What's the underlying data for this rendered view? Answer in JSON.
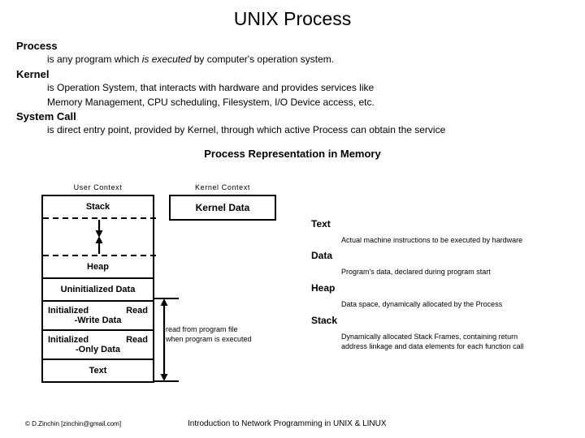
{
  "title": "UNIX Process",
  "definitions": [
    {
      "term": "Process",
      "desc_pre": "is any program which ",
      "desc_em": "is executed",
      "desc_post": " by computer's operation system."
    },
    {
      "term": "Kernel",
      "desc_line1": "is Operation System, that interacts with hardware and provides services like",
      "desc_line2": "Memory Management, CPU scheduling, Filesystem, I/O Device access, etc."
    },
    {
      "term": "System Call",
      "desc_line1": "is direct entry point, provided by Kernel, through which active Process can obtain the service"
    }
  ],
  "section_heading": "Process Representation in Memory",
  "diagram": {
    "user_context_caption": "User Context",
    "kernel_context_caption": "Kernel Context",
    "kernel_data_label": "Kernel Data",
    "memory_rows": [
      {
        "label": "Stack"
      },
      {
        "label": ""
      },
      {
        "label": "Heap"
      },
      {
        "label": "Uninitialized Data"
      },
      {
        "left": "Initialized",
        "right": "Read",
        "second": "-Write Data"
      },
      {
        "left": "Initialized",
        "right": "Read",
        "second": "-Only Data"
      },
      {
        "label": "Text"
      }
    ],
    "bracket_note_line1": "read from program file",
    "bracket_note_line2": "when program is executed"
  },
  "glossary": [
    {
      "term": "Text",
      "desc_line1": "Actual machine instructions to be executed by hardware"
    },
    {
      "term": "Data",
      "desc_line1": "Program's data, declared during program start"
    },
    {
      "term": "Heap",
      "desc_line1": "Data space, dynamically allocated by the Process"
    },
    {
      "term": "Stack",
      "desc_line1": "Dynamically allocated Stack Frames, containing return",
      "desc_line2": "address linkage and data elements for each function call"
    }
  ],
  "footer": {
    "copyright": "© D.Zinchin [zinchin@gmail.com]",
    "course": "Introduction to Network Programming in UNIX & LINUX"
  }
}
